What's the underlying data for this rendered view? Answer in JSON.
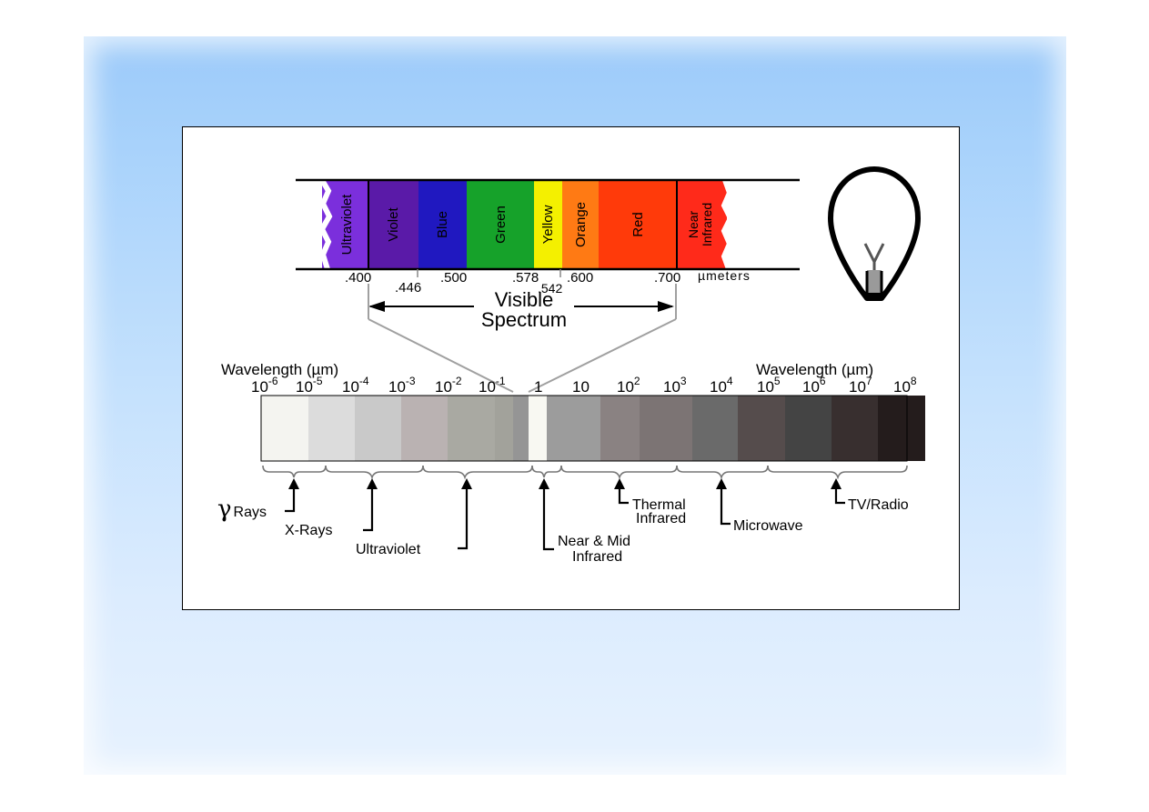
{
  "visible_bands": [
    {
      "label": "Ultraviolet",
      "color": "#7b2fdc"
    },
    {
      "label": "Violet",
      "color": "#5a1aa8"
    },
    {
      "label": "Blue",
      "color": "#2018c0"
    },
    {
      "label": "Green",
      "color": "#16a22a"
    },
    {
      "label": "Yellow",
      "color": "#f4f000"
    },
    {
      "label": "Orange",
      "color": "#ff7a14"
    },
    {
      "label": "Red",
      "color": "#ff3a0a"
    },
    {
      "label": "Near Infrared",
      "color": "#ff2a1a"
    }
  ],
  "visible_ticks": [
    {
      "label": ".400",
      "value": 0.4
    },
    {
      "label": ".446",
      "value": 0.446
    },
    {
      "label": ".500",
      "value": 0.5
    },
    {
      "label": ".578",
      "value": 0.578
    },
    {
      "label": ".542",
      "value": 0.542
    },
    {
      "label": ".600",
      "value": 0.6
    },
    {
      "label": ".700",
      "value": 0.7
    }
  ],
  "unit_label": "µmeters",
  "visible_title_line1": "Visible",
  "visible_title_line2": "Spectrum",
  "wavelength_label_left": "Wavelength (µm)",
  "wavelength_label_right": "Wavelength (µm)",
  "scale_labels": [
    {
      "base": "10",
      "exp": "-6"
    },
    {
      "base": "10",
      "exp": "-5"
    },
    {
      "base": "10",
      "exp": "-4"
    },
    {
      "base": "10",
      "exp": "-3"
    },
    {
      "base": "10",
      "exp": "-2"
    },
    {
      "base": "10",
      "exp": "-1"
    },
    {
      "base": "1",
      "exp": ""
    },
    {
      "base": "10",
      "exp": ""
    },
    {
      "base": "10",
      "exp": "2"
    },
    {
      "base": "10",
      "exp": "3"
    },
    {
      "base": "10",
      "exp": "4"
    },
    {
      "base": "10",
      "exp": "5"
    },
    {
      "base": "10",
      "exp": "6"
    },
    {
      "base": "10",
      "exp": "7"
    },
    {
      "base": "10",
      "exp": "8"
    }
  ],
  "gray_band_colors": [
    "#f4f4f0",
    "#dcdcdc",
    "#c9c9c9",
    "#bab2b2",
    "#a9a9a2",
    "#a2a29b",
    "#959595",
    "#f8f8f2",
    "#9c9c9c",
    "#8a8282",
    "#7c7474",
    "#6a6a6a",
    "#554c4c",
    "#444444",
    "#382f2f",
    "#241c1c"
  ],
  "regions": [
    {
      "symbol": "γ",
      "label": "Rays"
    },
    {
      "label": "X-Rays"
    },
    {
      "label": "Ultraviolet"
    },
    {
      "label": "Near & Mid",
      "label2": "Infrared"
    },
    {
      "label": "Thermal",
      "label2": "Infrared"
    },
    {
      "label": "Microwave"
    },
    {
      "label": "TV/Radio"
    }
  ]
}
